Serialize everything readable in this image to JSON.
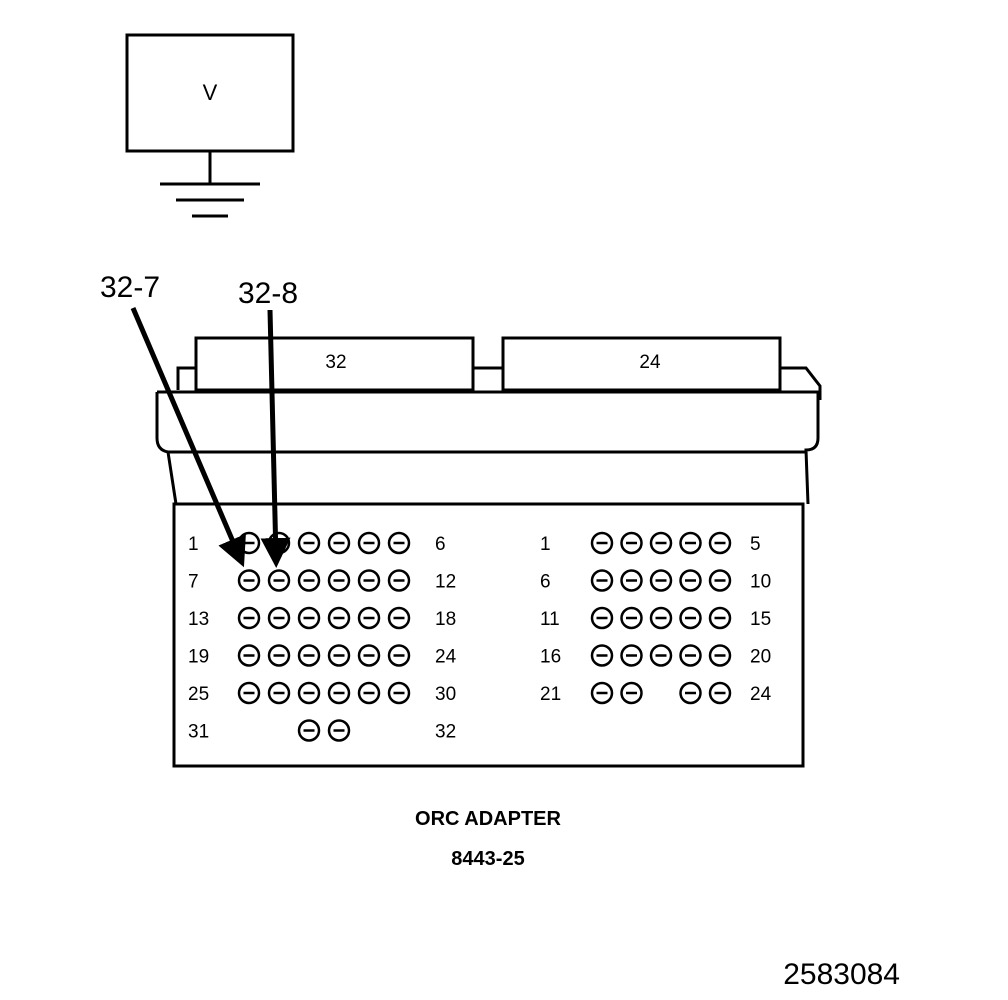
{
  "meter": {
    "label": "V"
  },
  "probes": [
    {
      "label": "32-7"
    },
    {
      "label": "32-8"
    }
  ],
  "tabs": [
    {
      "label": "32"
    },
    {
      "label": "24"
    }
  ],
  "connector32": {
    "rows": [
      {
        "start": "1",
        "end": "6",
        "pins": [
          1,
          1,
          1,
          1,
          1,
          1
        ]
      },
      {
        "start": "7",
        "end": "12",
        "pins": [
          1,
          1,
          1,
          1,
          1,
          1
        ]
      },
      {
        "start": "13",
        "end": "18",
        "pins": [
          1,
          1,
          1,
          1,
          1,
          1
        ]
      },
      {
        "start": "19",
        "end": "24",
        "pins": [
          1,
          1,
          1,
          1,
          1,
          1
        ]
      },
      {
        "start": "25",
        "end": "30",
        "pins": [
          1,
          1,
          1,
          1,
          1,
          1
        ]
      },
      {
        "start": "31",
        "end": "32",
        "pins": [
          0,
          0,
          1,
          1,
          0,
          0
        ]
      }
    ]
  },
  "connector24": {
    "rows": [
      {
        "start": "1",
        "end": "5",
        "pins": [
          1,
          1,
          1,
          1,
          1
        ]
      },
      {
        "start": "6",
        "end": "10",
        "pins": [
          1,
          1,
          1,
          1,
          1
        ]
      },
      {
        "start": "11",
        "end": "15",
        "pins": [
          1,
          1,
          1,
          1,
          1
        ]
      },
      {
        "start": "16",
        "end": "20",
        "pins": [
          1,
          1,
          1,
          1,
          1
        ]
      },
      {
        "start": "21",
        "end": "24",
        "pins": [
          1,
          1,
          0,
          1,
          1
        ]
      }
    ]
  },
  "caption": {
    "title": "ORC ADAPTER",
    "part": "8443-25"
  },
  "figure_id": "2583084"
}
